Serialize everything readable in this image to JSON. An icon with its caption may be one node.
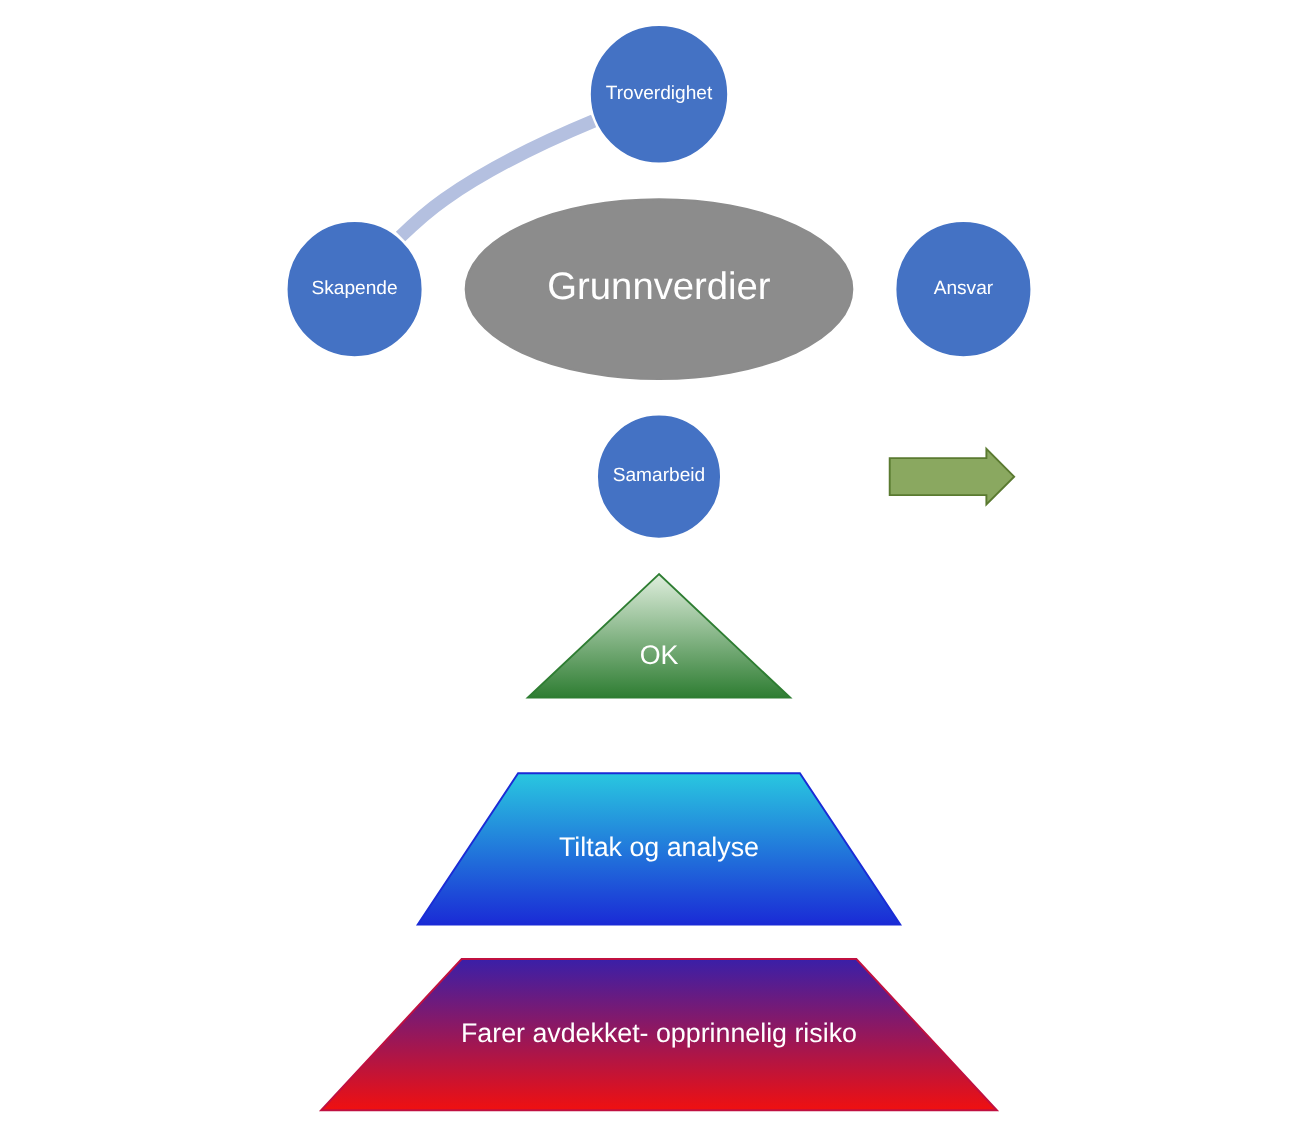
{
  "diagram": {
    "nodes": [
      {
        "text": [
          "Troverdighet"
        ]
      },
      {
        "text": [
          "Skapende"
        ]
      },
      {
        "text": [
          "Grunnverdier"
        ]
      },
      {
        "text": [
          "Ansvar"
        ]
      },
      {
        "text": [
          "Samarbeid"
        ]
      },
      {
        "text": [],
        "shape": "arrow"
      },
      {
        "text": [
          "OK"
        ]
      },
      {
        "text": [
          "Tiltak og analyse"
        ]
      },
      {
        "text": [
          "Farer avdekket- opprinnelig risiko"
        ]
      }
    ],
    "edges": [
      {
        "from": 1,
        "to": 0,
        "arrow": "none",
        "color": "#b4c0e0"
      }
    ]
  }
}
